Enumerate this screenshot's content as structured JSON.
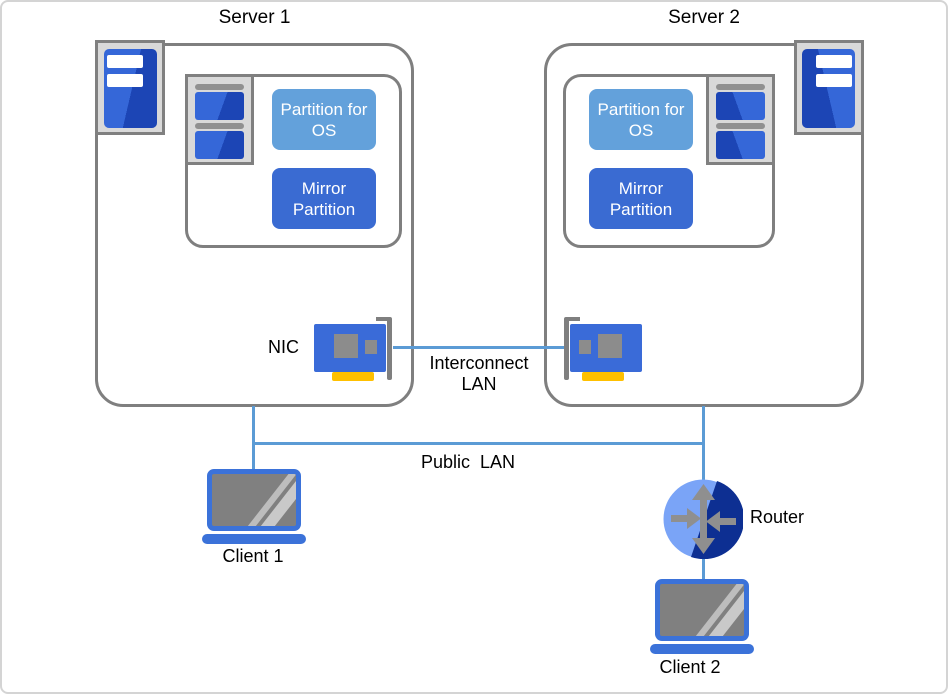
{
  "server1": {
    "title": "Server 1",
    "partition_os": "Partition for OS",
    "mirror_partition": "Mirror Partition"
  },
  "server2": {
    "title": "Server 2",
    "partition_os": "Partition for OS",
    "mirror_partition": "Mirror Partition"
  },
  "labels": {
    "nic": "NIC",
    "interconnect_lan": "Interconnect\nLAN",
    "public_lan": "Public  LAN",
    "router": "Router",
    "client1": "Client 1",
    "client2": "Client 2"
  },
  "icons": {
    "server_tower": "server-tower-icon",
    "disk_stack": "disk-stack-icon",
    "nic_card": "nic-card-icon",
    "router": "router-icon",
    "laptop": "laptop-icon"
  },
  "colors": {
    "line_blue": "#5b9bd5",
    "partition_light_blue": "#63a1db",
    "partition_blue": "#3a6bd2",
    "icon_blue": "#3567d8",
    "icon_blue_dark": "#1c45b5",
    "router_light": "#7aa4f7",
    "router_dark": "#0d2f92",
    "nic_yellow": "#ffc000",
    "border_gray": "#7f7f7f",
    "icon_bg_gray": "#d9d9d9",
    "chip_gray": "#8c8c8c",
    "screen_gray": "#808080"
  }
}
